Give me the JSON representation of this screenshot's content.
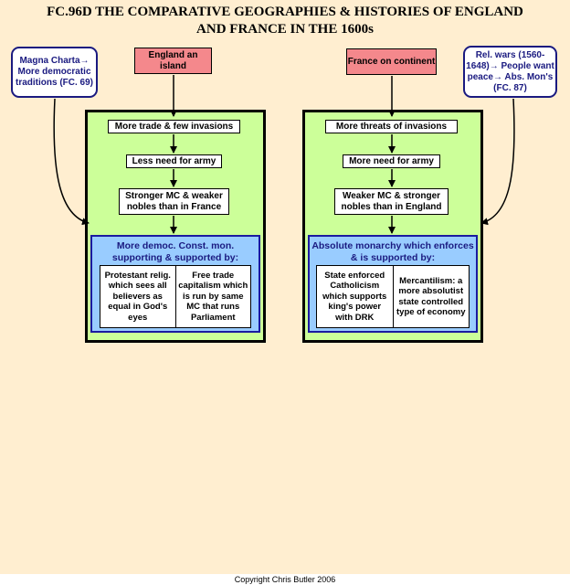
{
  "title": {
    "line1": "FC.96D THE COMPARATIVE GEOGRAPHIES & HISTORIES OF ENGLAND",
    "line2": "AND FRANCE IN THE 1600s"
  },
  "left_note": "Magna Charta→ More democratic traditions (FC. 69)",
  "right_note": "Rel. wars (1560-1648)→ People want peace→ Abs. Mon's (FC. 87)",
  "england": {
    "header": "England an island",
    "steps": [
      "More trade & few invasions",
      "Less need for army",
      "Stronger MC & weaker nobles than in France"
    ],
    "result_title": "More democ. Const.  mon. supporting & supported by:",
    "supports": [
      "Protestant relig. which sees all believers as equal in God's eyes",
      "Free trade capitalism which is run by same MC that runs Parliament"
    ]
  },
  "france": {
    "header": "France on continent",
    "steps": [
      "More threats of invasions",
      "More need for army",
      "Weaker MC & stronger nobles than in England"
    ],
    "result_title": "Absolute monarchy which enforces & is supported by:",
    "supports": [
      "State enforced Catholicism which supports king's power with DRK",
      "Mercantilism: a more absolutist state controlled type of economy"
    ]
  },
  "copyright": "Copyright Chris Butler 2006",
  "colors": {
    "background": "#ffeed0",
    "header_fill": "#f4888c",
    "panel_fill": "#ccff99",
    "result_fill": "#99ccff",
    "note_text": "#1a1a80"
  }
}
